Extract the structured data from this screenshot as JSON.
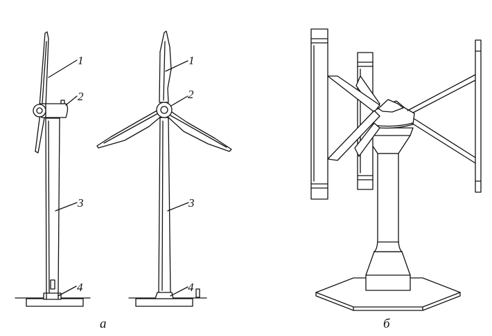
{
  "figure": {
    "turbine_a_side": {
      "labels": [
        "1",
        "2",
        "3",
        "4"
      ]
    },
    "turbine_a_front": {
      "labels": [
        "1",
        "2",
        "3",
        "4"
      ]
    },
    "captions": {
      "a": "а",
      "b": "б"
    }
  }
}
